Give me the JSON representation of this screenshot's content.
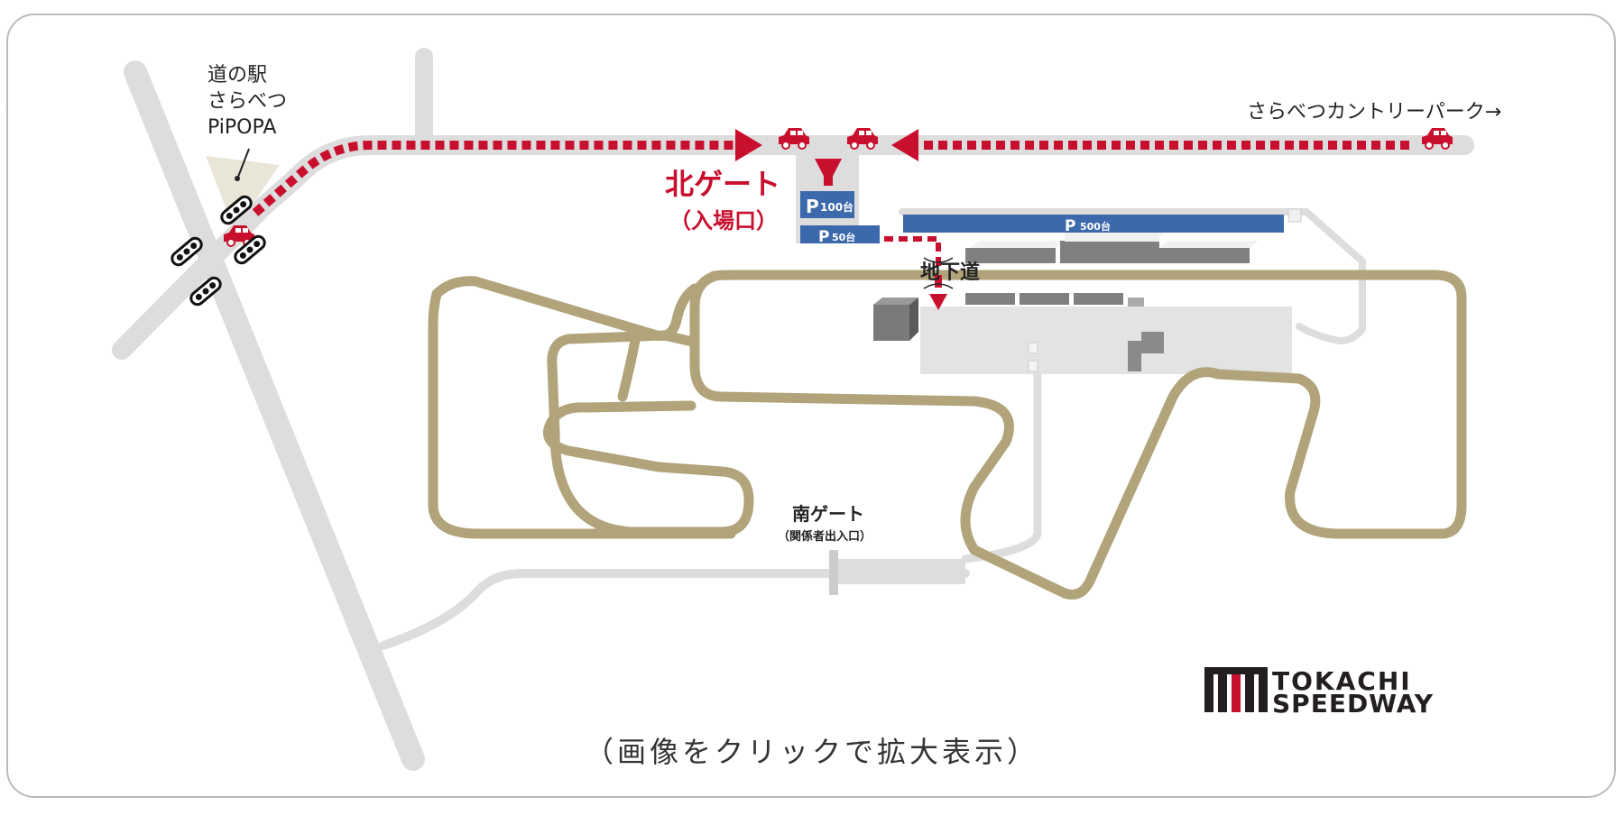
{
  "map": {
    "roadside_station": [
      "道の駅",
      "さらべつ",
      "PiPOPA"
    ],
    "country_park": "さらべつカントリーパーク→",
    "north_gate": {
      "title": "北ゲート",
      "sub": "（入場口）"
    },
    "south_gate": {
      "title": "南ゲート",
      "sub": "（関係者出入口）"
    },
    "underpass": "地下道",
    "parking": [
      {
        "mark": "P",
        "count": "100台"
      },
      {
        "mark": "P",
        "count": "50台"
      },
      {
        "mark": "P",
        "count": "500台"
      }
    ],
    "logo": {
      "line1": "TOKACHI",
      "line2": "SPEEDWAY"
    },
    "caption": "（画像をクリックで拡大表示）",
    "colors": {
      "route_red": "#c8102e",
      "track_tan": "#b1a37a",
      "road_gray": "#dddddd",
      "parking_blue": "#3c68ac",
      "frame_border": "#bbbbbb"
    }
  }
}
